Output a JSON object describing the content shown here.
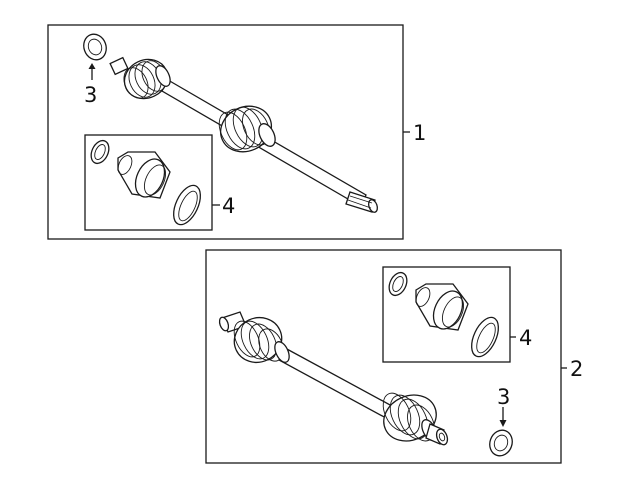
{
  "diagram": {
    "callouts": {
      "assembly_front": "1",
      "assembly_rear": "2",
      "ring_top": "3",
      "ring_bottom": "3",
      "boot_kit_top": "4",
      "boot_kit_bottom": "4"
    },
    "colors": {
      "line": "#1a1a1a",
      "background": "#ffffff"
    }
  }
}
